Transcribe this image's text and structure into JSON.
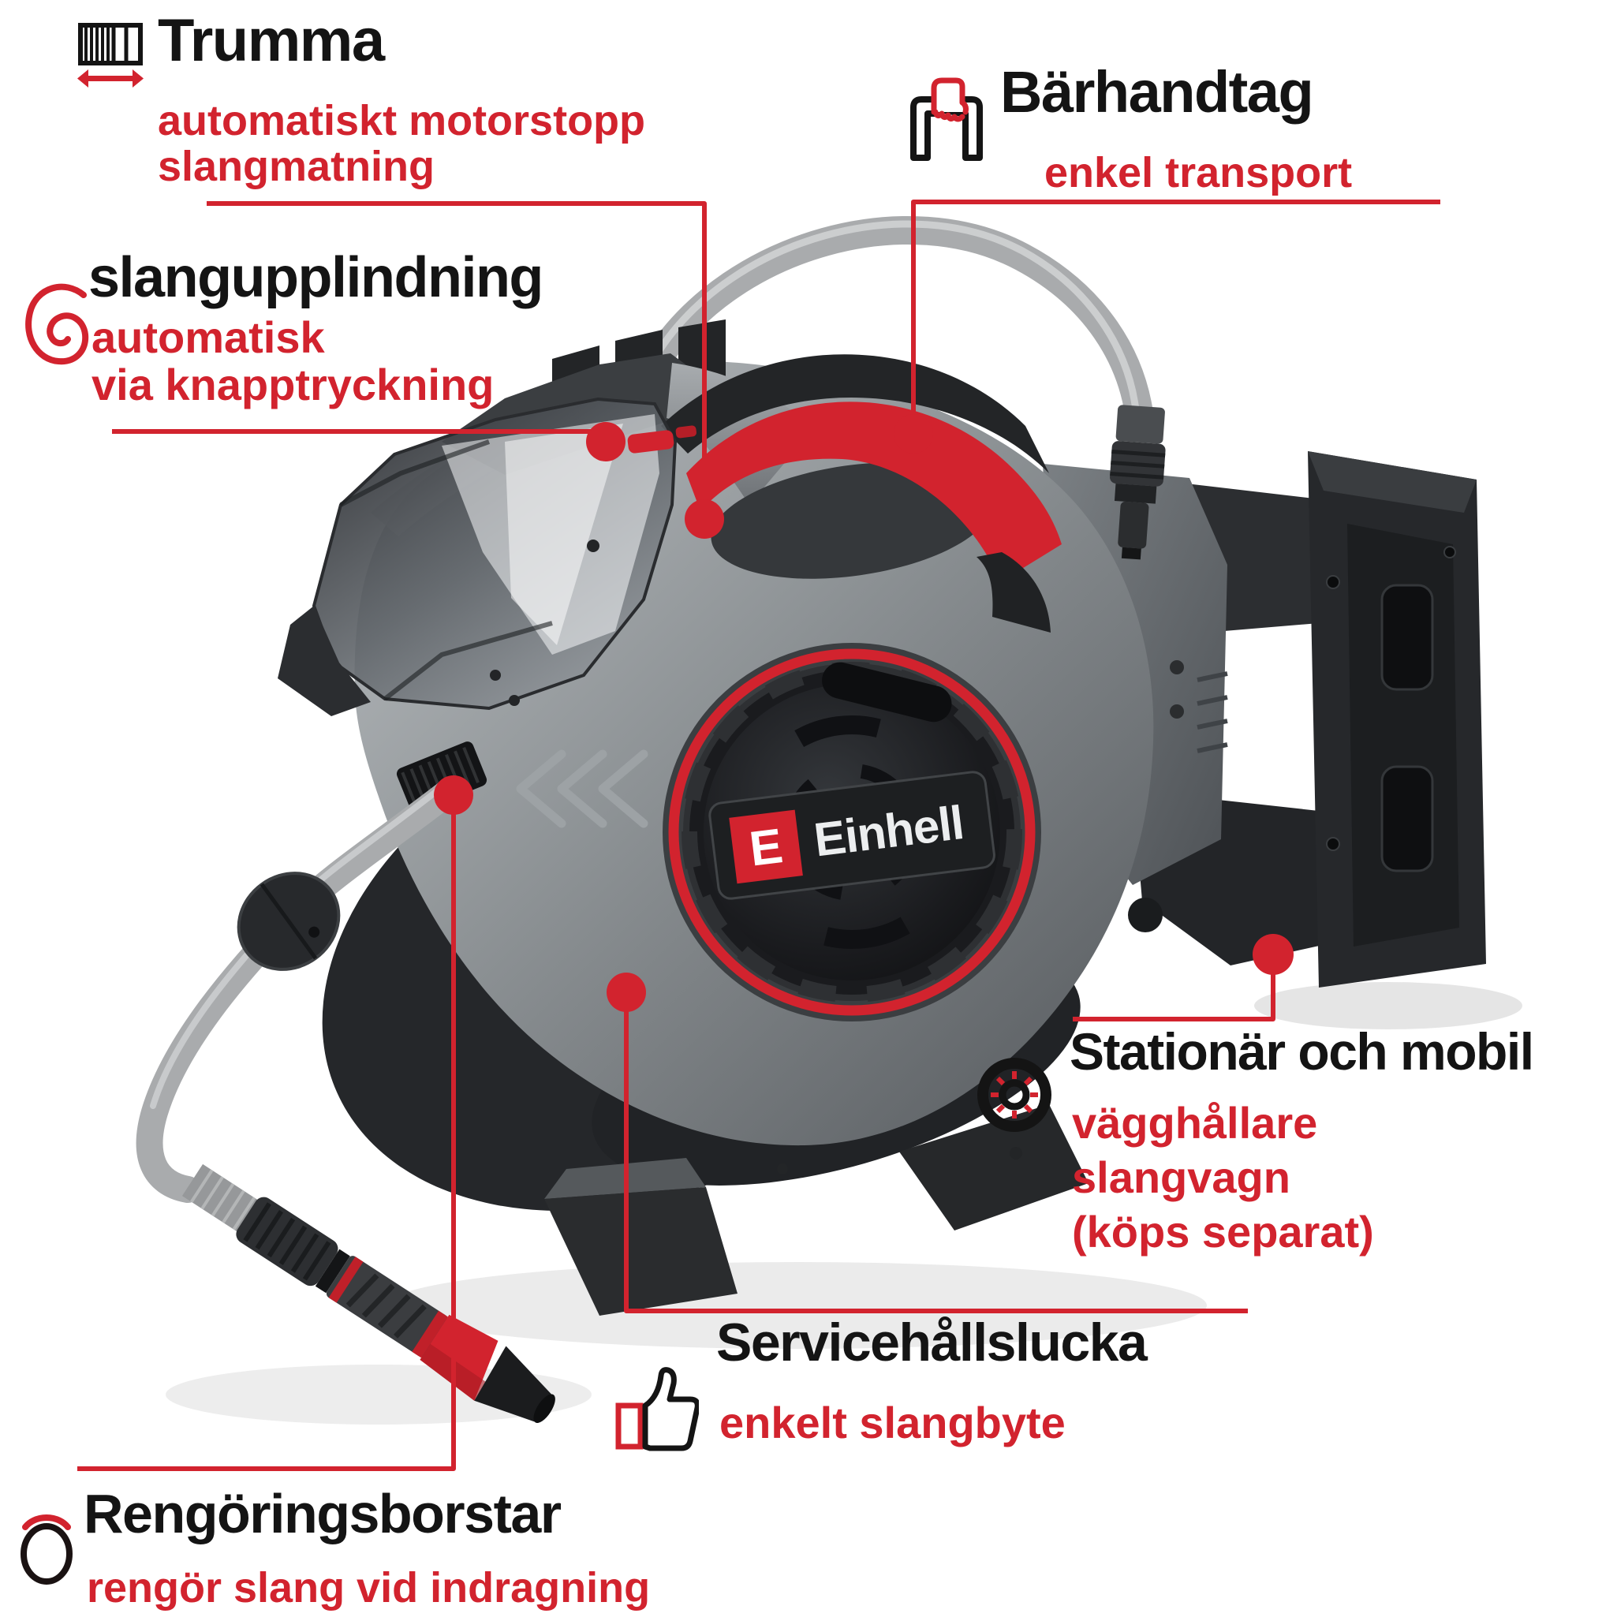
{
  "colors": {
    "accent": "#d2232e",
    "heading": "#141414",
    "background": "#ffffff",
    "housing_gray": "#8d9295",
    "dark_plastic": "#26282b"
  },
  "product": {
    "brand": "Einhell",
    "brand_initial": "E"
  },
  "features": {
    "trumma": {
      "title": "Trumma",
      "subtitle_lines": [
        "automatiskt motorstopp",
        "slangmatning"
      ],
      "icon": "drum-width-arrows-icon"
    },
    "slangupplindning": {
      "title": "slangupplindning",
      "subtitle_lines": [
        "automatisk",
        "via knapptryckning"
      ],
      "icon": "spiral-icon"
    },
    "barhandtag": {
      "title": "Bärhandtag",
      "subtitle_lines": [
        "enkel transport"
      ],
      "icon": "hand-grip-handle-icon"
    },
    "stationar_och_mobil": {
      "title": "Stationär och mobil",
      "subtitle_lines": [
        "vägghållare",
        "slangvagn",
        "(köps separat)"
      ],
      "icon": "wheel-icon"
    },
    "servicehallslucka": {
      "title": "Servicehållslucka",
      "subtitle_lines": [
        "enkelt slangbyte"
      ],
      "icon": "thumbs-up-icon"
    },
    "rengoringsborstar": {
      "title": "Rengöringsborstar",
      "subtitle_lines": [
        "rengör slang vid indragning"
      ],
      "icon": "brush-ring-icon"
    }
  }
}
